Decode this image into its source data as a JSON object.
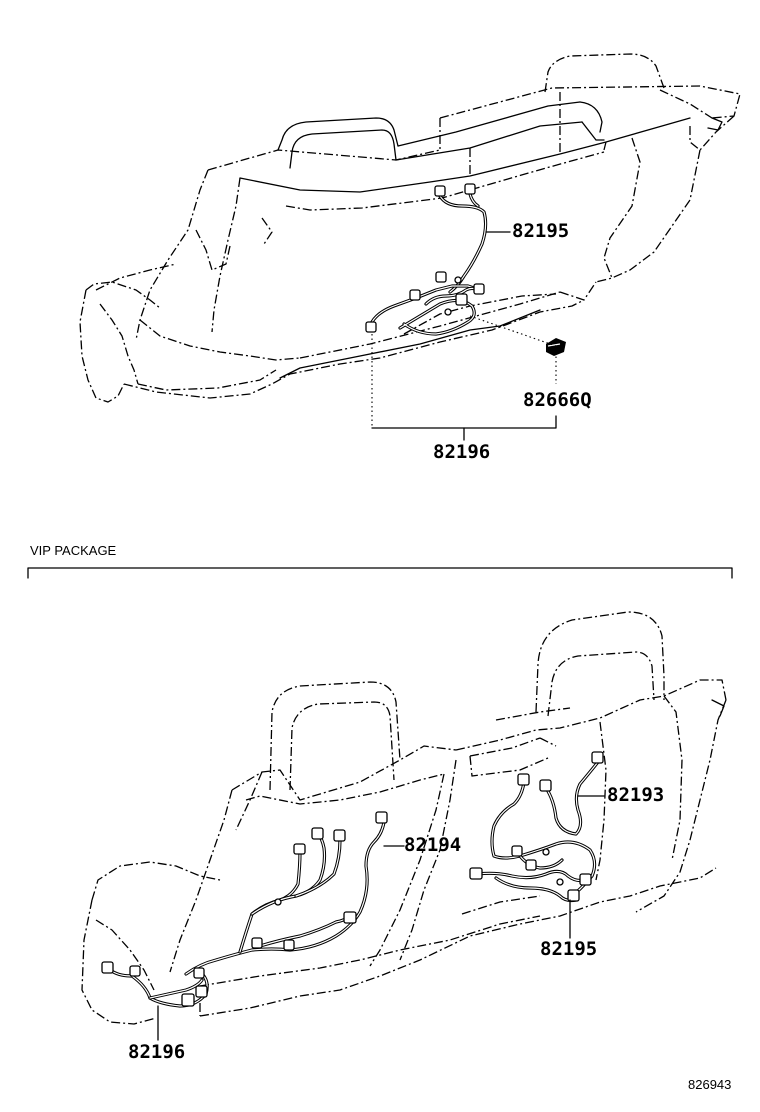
{
  "diagram": {
    "top_section": {
      "labels": {
        "p82195": "82195",
        "p82666q": "82666Q",
        "p82196": "82196"
      }
    },
    "vip_section": {
      "title": "VIP PACKAGE",
      "labels": {
        "p82193": "82193",
        "p82194": "82194",
        "p82195": "82195",
        "p82196": "82196"
      }
    },
    "drawing_number": "826943"
  }
}
